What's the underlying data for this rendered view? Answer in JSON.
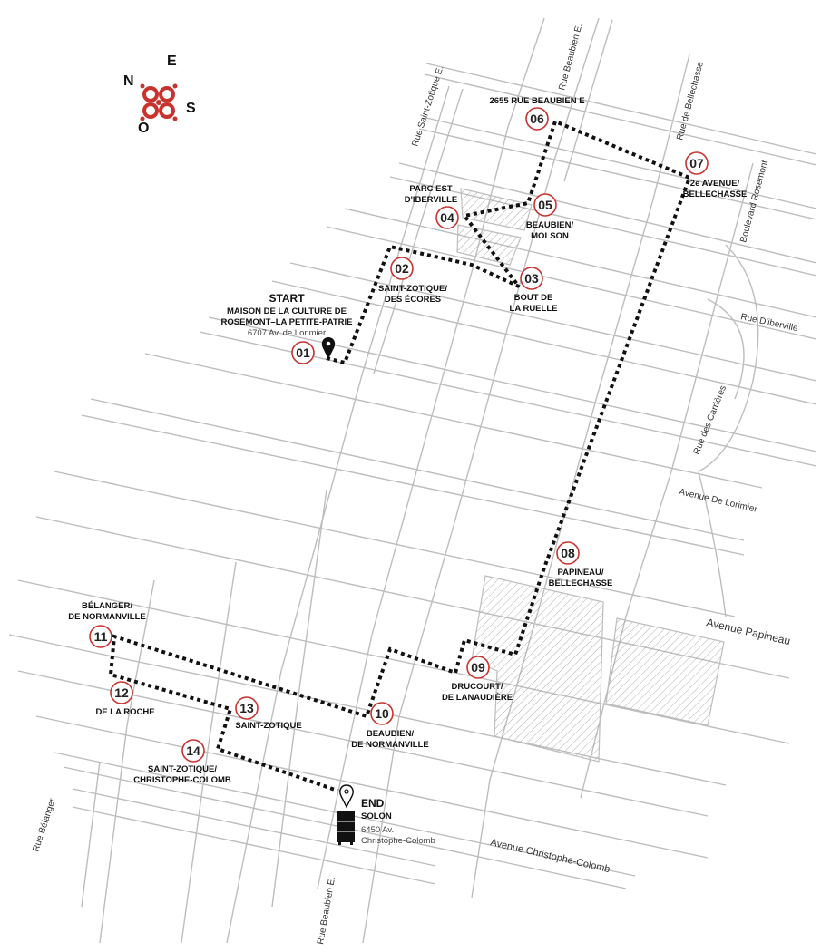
{
  "compass": {
    "n": "N",
    "e": "E",
    "s": "S",
    "o": "O",
    "color": "#c8332e"
  },
  "streets": {
    "saint_zotique_e": "Rue Saint-Zotique E.",
    "beaubien_e_top": "Rue Beaubien E.",
    "bellechasse": "Rue de Bellechasse",
    "rosemont": "Boulevard Rosemont",
    "iberville": "Rue D'iberville",
    "carrieres": "Rue des Carrières",
    "lorimier": "Avenue De Lorimier",
    "papineau": "Avenue Papineau",
    "christophe_colomb": "Avenue Christophe-Colomb",
    "belanger": "Rue Bélanger",
    "beaubien_e_bottom": "Rue Beaubien E."
  },
  "start": {
    "title": "START",
    "line1": "MAISON DE LA CULTURE DE",
    "line2": "ROSEMONT–LA PETITE-PATRIE",
    "address": "6707 Av. de Lorimier"
  },
  "end": {
    "title": "END",
    "name": "SOLON",
    "address1": "6450 Av.",
    "address2": "Christophe-Colomb"
  },
  "stops": [
    {
      "num": "01",
      "l1": "",
      "l2": ""
    },
    {
      "num": "02",
      "l1": "SAINT-ZOTIQUE/",
      "l2": "DES ÉCORES"
    },
    {
      "num": "03",
      "l1": "BOUT DE",
      "l2": "LA RUELLE"
    },
    {
      "num": "04",
      "l1": "PARC EST",
      "l2": "D'IBERVILLE"
    },
    {
      "num": "05",
      "l1": "BEAUBIEN/",
      "l2": "MOLSON"
    },
    {
      "num": "06",
      "l1": "2655 RUE BEAUBIEN E",
      "l2": ""
    },
    {
      "num": "07",
      "l1": "2e AVENUE/",
      "l2": "BELLECHASSE"
    },
    {
      "num": "08",
      "l1": "PAPINEAU/",
      "l2": "BELLECHASSE"
    },
    {
      "num": "09",
      "l1": "DRUCOURT/",
      "l2": "DE LANAUDIÈRE"
    },
    {
      "num": "10",
      "l1": "BEAUBIEN/",
      "l2": "DE NORMANVILLE"
    },
    {
      "num": "11",
      "l1": "BÉLANGER/",
      "l2": "DE NORMANVILLE"
    },
    {
      "num": "12",
      "l1": "DE LA ROCHE",
      "l2": ""
    },
    {
      "num": "13",
      "l1": "SAINT-ZOTIQUE",
      "l2": ""
    },
    {
      "num": "14",
      "l1": "SAINT-ZOTIQUE/",
      "l2": "CHRISTOPHE-COLOMB"
    }
  ],
  "colors": {
    "accent": "#c8332e",
    "route": "#111111",
    "street": "#bdbdbd"
  }
}
